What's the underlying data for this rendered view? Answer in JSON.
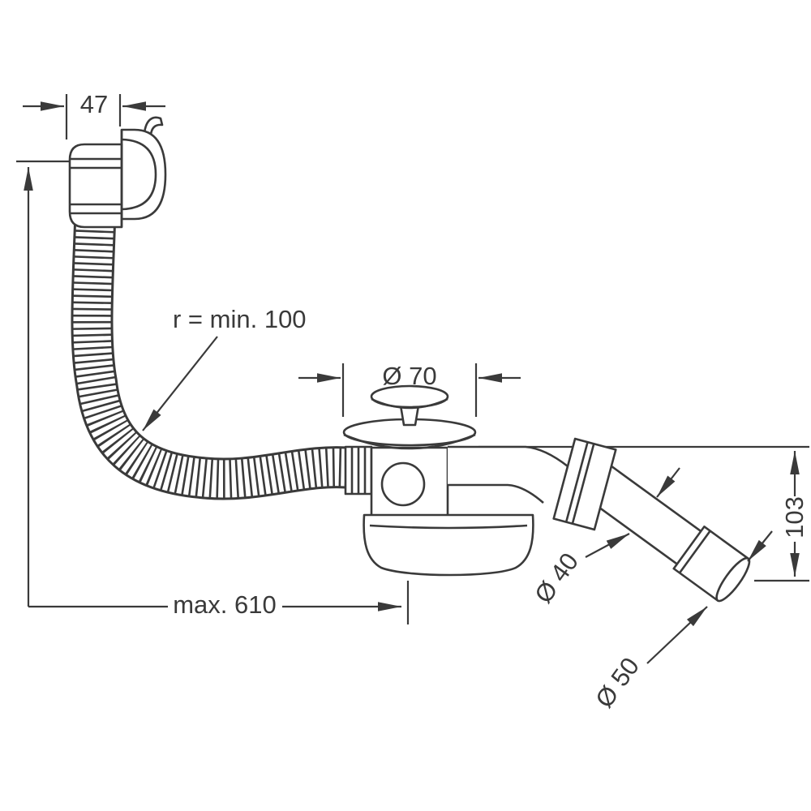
{
  "diagram": {
    "type": "technical-drawing",
    "subject": "Bath waste and overflow set with flexible hose - dimensional drawing",
    "background_color": "#ffffff",
    "line_color": "#3a3a3a",
    "labels": {
      "overflow_width": "47",
      "bend_radius": "r = min. 100",
      "waste_flange_diameter": "Ø 70",
      "outlet_drop_height": "103",
      "max_length": "max. 610",
      "pipe_diameter": "Ø 40",
      "outlet_end_diameter": "Ø 50"
    }
  }
}
